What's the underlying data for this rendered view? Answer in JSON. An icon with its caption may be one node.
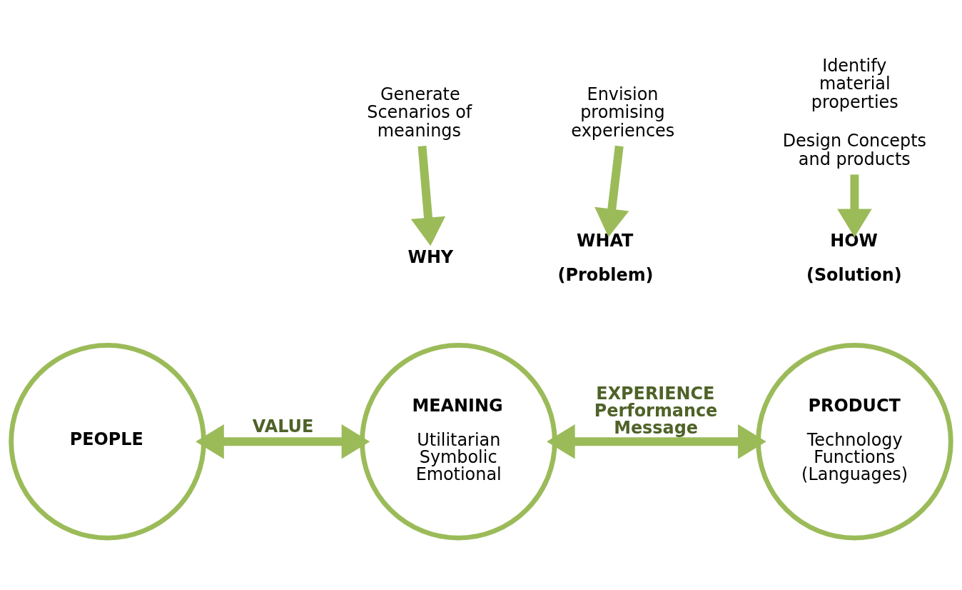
{
  "diagram": {
    "nodes": [
      {
        "text": [
          "Generate Scenarios of meanings"
        ]
      },
      {
        "text": [
          "Envision promising experiences"
        ]
      },
      {
        "text": [
          "Identify material properties",
          "Design Concepts and products"
        ]
      },
      {
        "text": [
          "WHY"
        ]
      },
      {
        "text": [
          "WHAT",
          "(Problem)"
        ]
      },
      {
        "text": [
          "HOW",
          "(Solution)"
        ]
      },
      {
        "text": [
          "PEOPLE"
        ]
      },
      {
        "text": [
          "MEANING",
          "Utilitarian Symbolic Emotional"
        ]
      },
      {
        "text": [
          "PRODUCT",
          "Technology Functions (Languages)"
        ]
      }
    ],
    "edges": [
      {
        "from": 0,
        "to": 3,
        "arrow": "to"
      },
      {
        "from": 1,
        "to": 4,
        "arrow": "to"
      },
      {
        "from": 2,
        "to": 5,
        "arrow": "to"
      },
      {
        "from": 6,
        "to": 7,
        "arrow": "both",
        "label": "VALUE"
      },
      {
        "from": 7,
        "to": 8,
        "arrow": "both",
        "label": "EXPERIENCE Performance Message"
      }
    ]
  }
}
